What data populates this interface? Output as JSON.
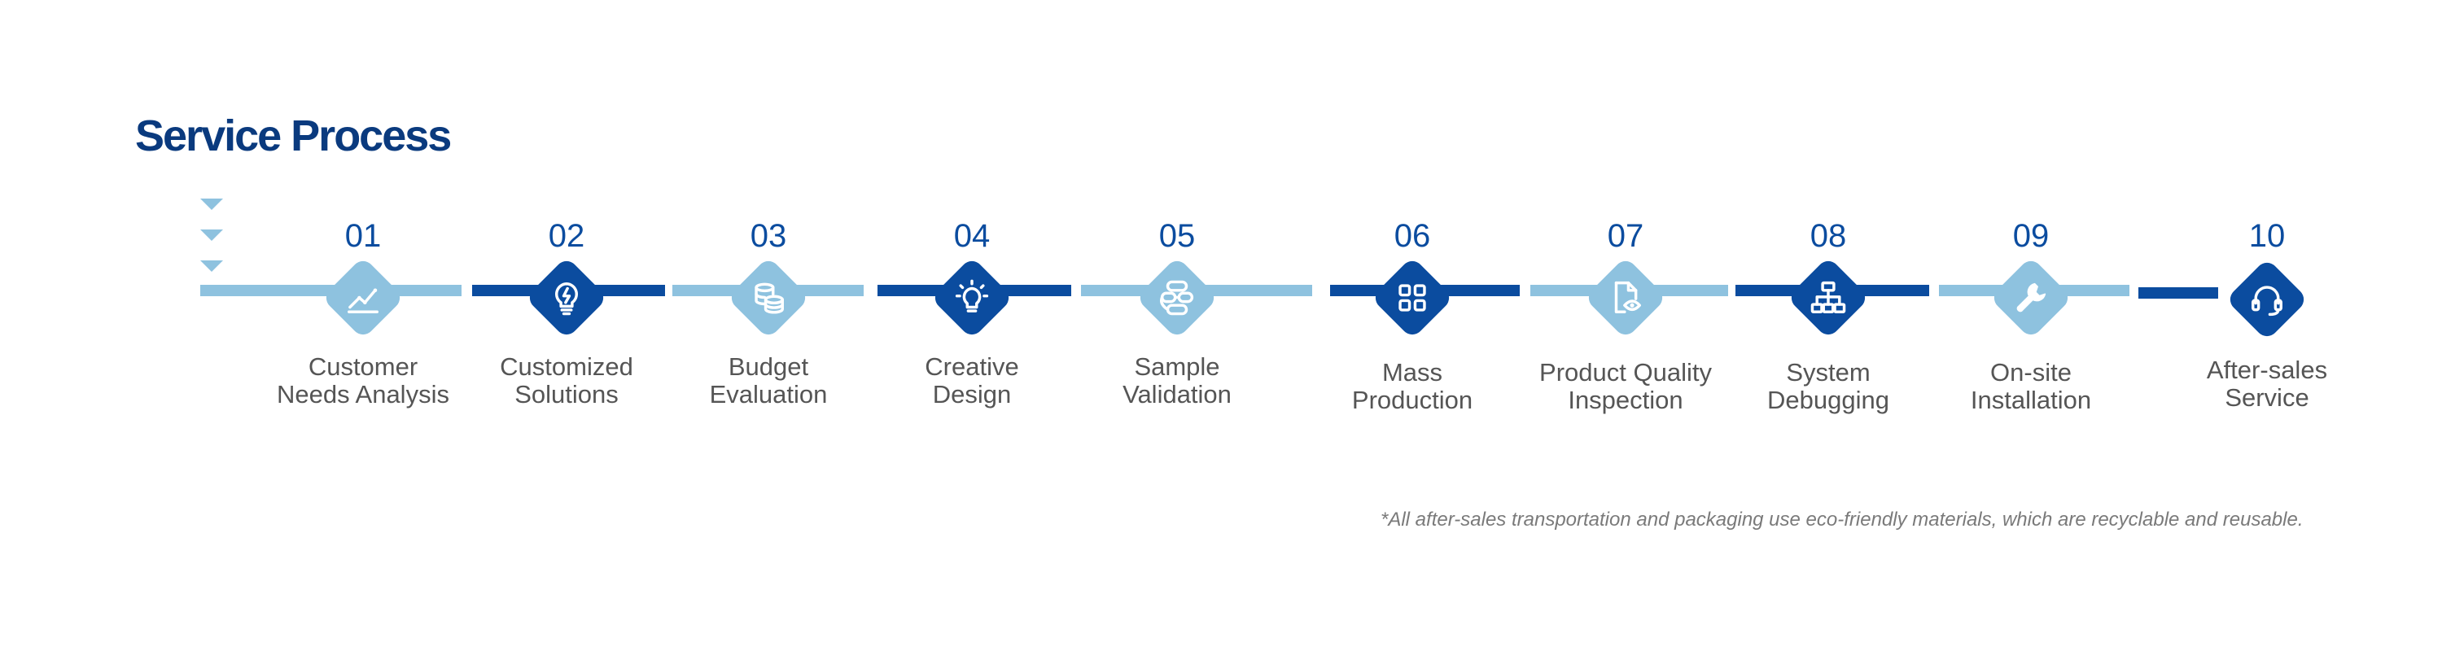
{
  "title": "Service Process",
  "colors": {
    "light": "#8ec2df",
    "dark": "#0b4c9f",
    "title": "#0a3a7e",
    "label": "#555555"
  },
  "steps": [
    {
      "number": "01",
      "label_lines": [
        "Customer",
        "Needs Analysis"
      ],
      "icon": "growth-chart-icon",
      "tone": "light"
    },
    {
      "number": "02",
      "label_lines": [
        "Customized",
        "Solutions"
      ],
      "icon": "lightbulb-icon",
      "tone": "dark"
    },
    {
      "number": "03",
      "label_lines": [
        "Budget",
        "Evaluation"
      ],
      "icon": "coins-stack-icon",
      "tone": "light"
    },
    {
      "number": "04",
      "label_lines": [
        "Creative",
        "Design"
      ],
      "icon": "idea-bulb-icon",
      "tone": "dark"
    },
    {
      "number": "05",
      "label_lines": [
        "Sample",
        "Validation"
      ],
      "icon": "flow-nodes-icon",
      "tone": "light"
    },
    {
      "number": "06",
      "label_lines": [
        "Mass",
        "Production"
      ],
      "icon": "grid-icon",
      "tone": "dark"
    },
    {
      "number": "07",
      "label_lines": [
        "Product Quality",
        "Inspection"
      ],
      "icon": "document-eye-icon",
      "tone": "light"
    },
    {
      "number": "08",
      "label_lines": [
        "System",
        "Debugging"
      ],
      "icon": "hierarchy-icon",
      "tone": "dark"
    },
    {
      "number": "09",
      "label_lines": [
        "On-site",
        "Installation"
      ],
      "icon": "wrench-icon",
      "tone": "light"
    },
    {
      "number": "10",
      "label_lines": [
        "After-sales",
        "Service"
      ],
      "icon": "headset-icon",
      "tone": "dark"
    }
  ],
  "footnote": "*All after-sales transportation and packaging use eco-friendly materials, which are recyclable and reusable."
}
